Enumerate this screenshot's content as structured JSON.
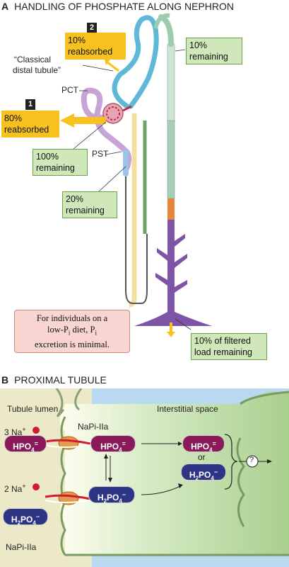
{
  "panel_a": {
    "letter": "A",
    "title": "HANDLING OF PHOSPHATE ALONG NEPHRON",
    "labels": {
      "classical_line1": "“Classical",
      "classical_line2": "distal tubule”",
      "pct": "PCT",
      "pst": "PST"
    },
    "badge1": "1",
    "badge2": "2",
    "box_80": {
      "line1": "80%",
      "line2": "reabsorbed"
    },
    "box_10_reabsorbed": {
      "line1": "10%",
      "line2": "reabsorbed"
    },
    "box_10_remaining": {
      "line1": "10%",
      "line2": "remaining"
    },
    "box_100": {
      "line1": "100%",
      "line2": "remaining"
    },
    "box_20": {
      "line1": "20%",
      "line2": "remaining"
    },
    "box_filtered": {
      "line1": "10% of filtered",
      "line2": "load remaining"
    },
    "note": {
      "line1": "For individuals on a",
      "line2_pre": "low-P",
      "line2_sub": "i",
      "line2_post": " diet, P",
      "line2_sub2": "i",
      "line3": "excretion is minimal."
    }
  },
  "panel_b": {
    "letter": "B",
    "title": "PROXIMAL TUBULE",
    "tubule_lumen": "Tubule lumen",
    "interstitial": "Interstitial space",
    "na3": "3 Na",
    "na2": "2 Na",
    "plus": "+",
    "napi_top": "NaPi-IIa",
    "napi_bottom": "NaPi-IIa",
    "hpo4": "HPO",
    "h2po4_h": "H",
    "h2po4_po": "PO",
    "sub2": "2",
    "sub4": "4",
    "charge1": "=",
    "charge2": "−",
    "or": "or",
    "question": "?"
  }
}
